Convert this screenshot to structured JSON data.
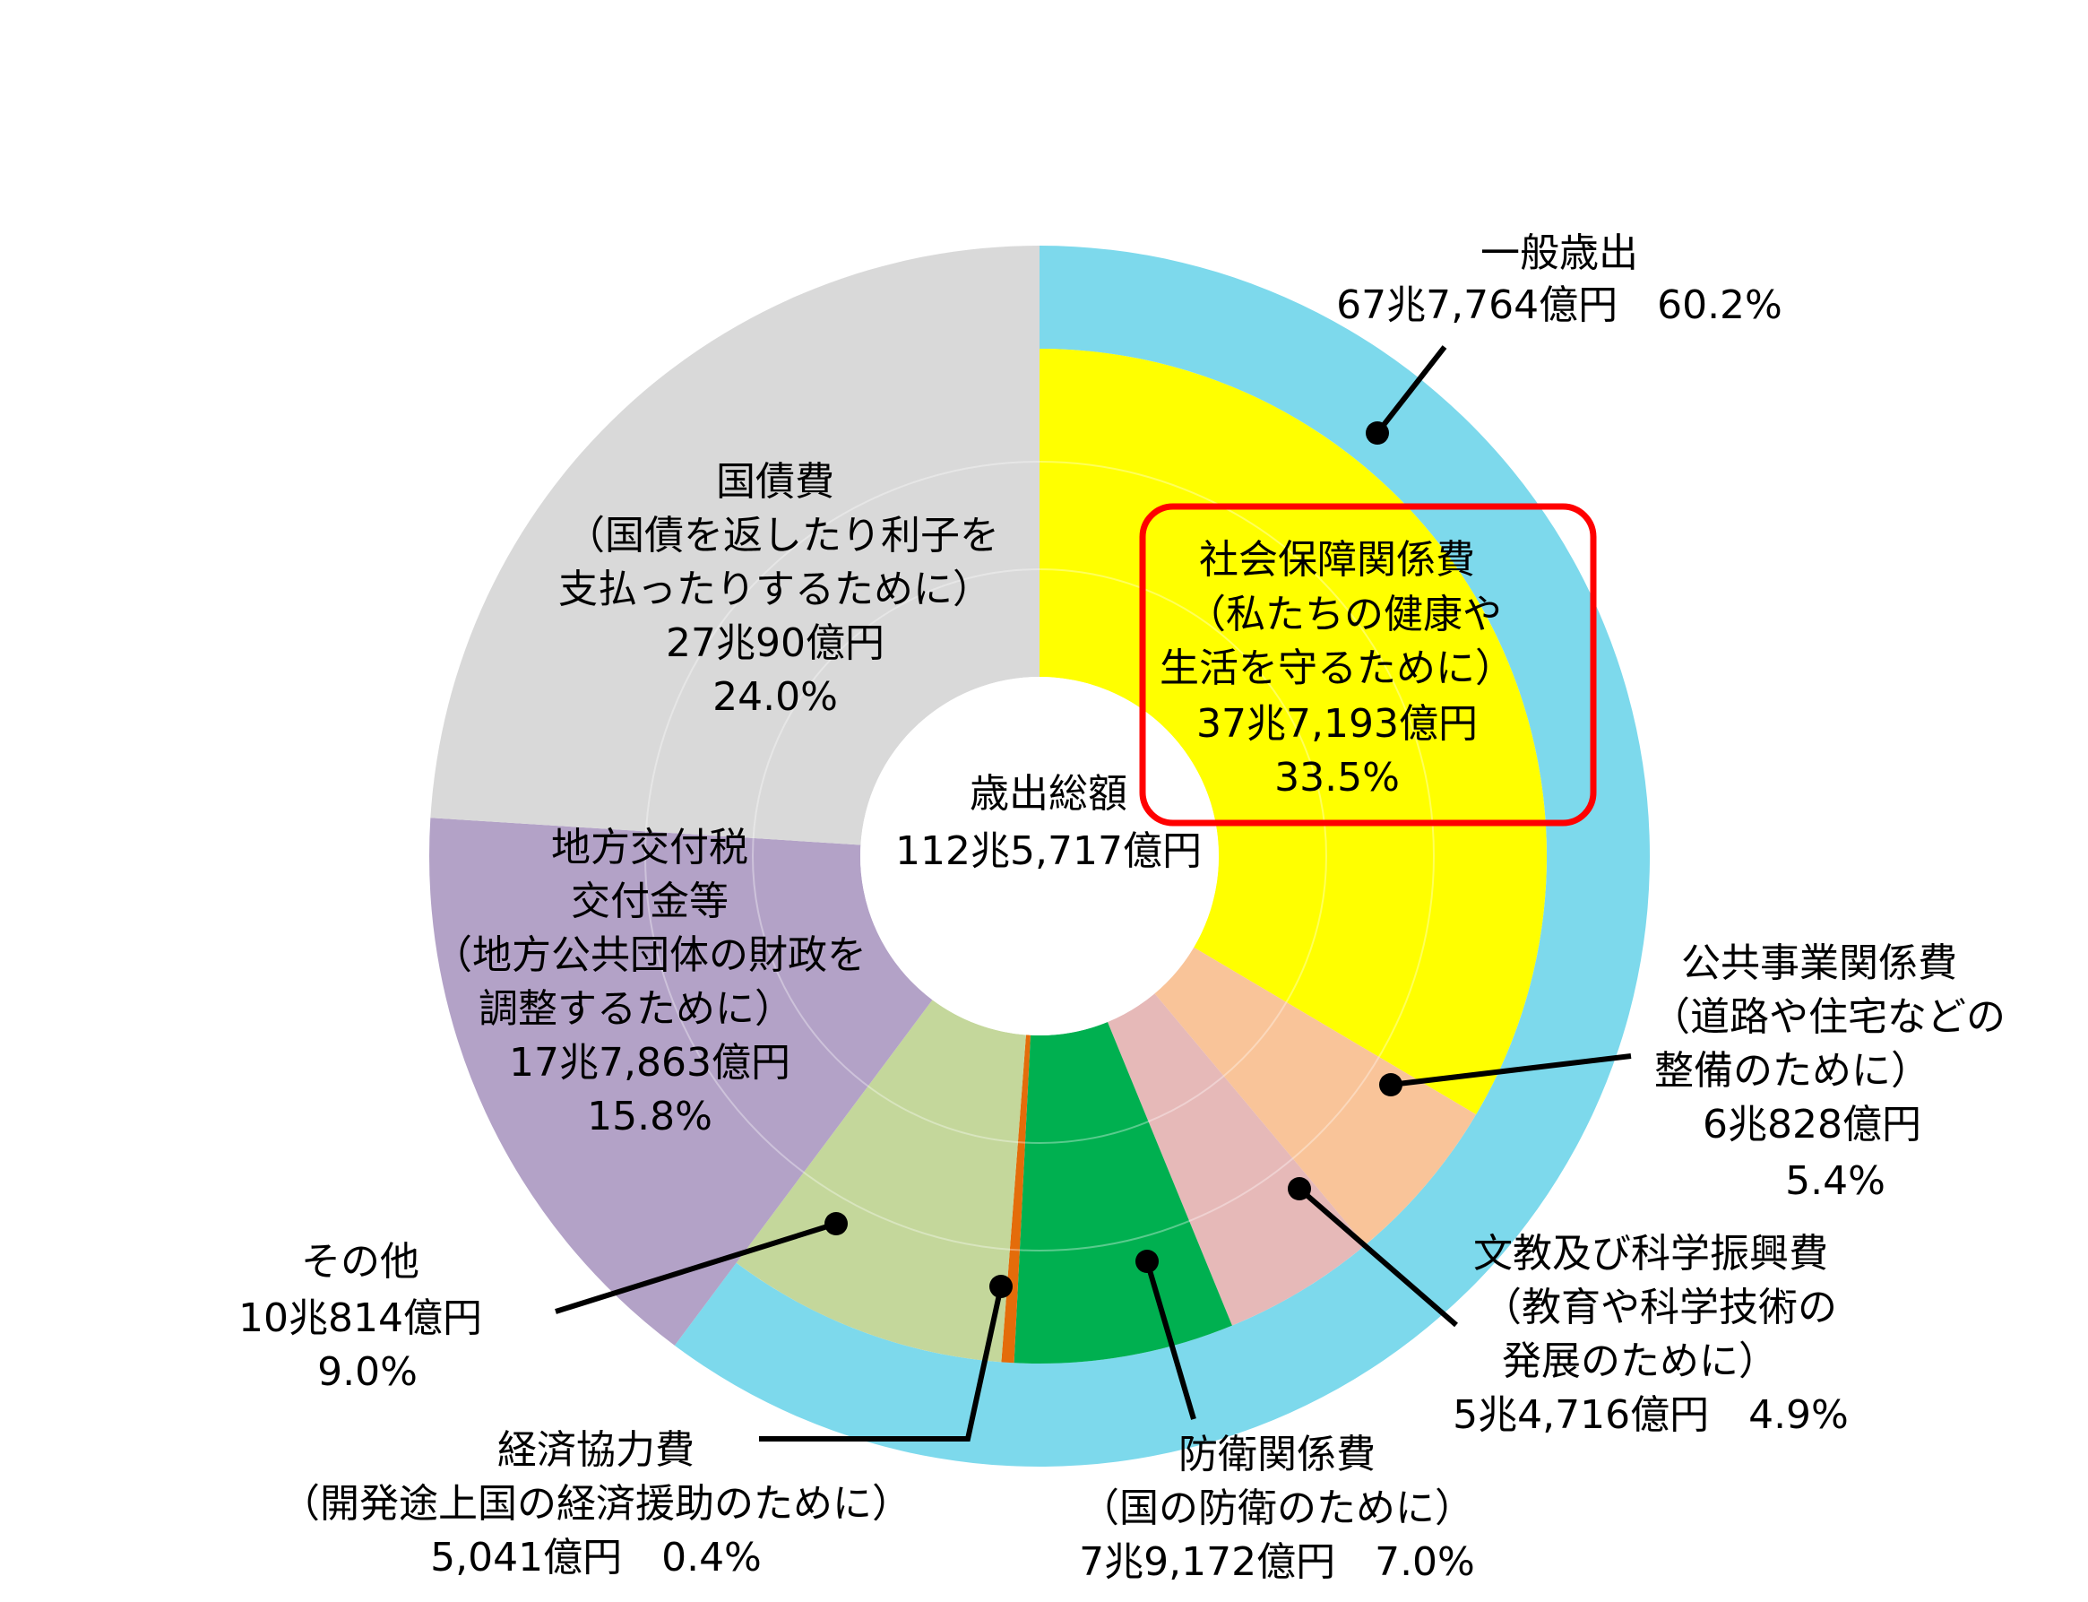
{
  "chart_data": {
    "type": "pie",
    "variant": "double-donut",
    "title": "歳出総額",
    "total_label": "112兆5,717億円",
    "unit": "%",
    "outer_series": {
      "name": "一般歳出",
      "label_lines": [
        "一般歳出",
        "67兆7,764億円　60.2%"
      ],
      "value": 60.2,
      "color": "#7DD9EC"
    },
    "slices": [
      {
        "name": "社会保障関係費",
        "value": 33.5,
        "general": true,
        "color": "#FFFF00",
        "label_lines": [
          "社会保障関係費",
          "（私たちの健康や",
          "生活を守るために）",
          "37兆7,193億円",
          "33.5%"
        ]
      },
      {
        "name": "公共事業関係費",
        "value": 5.4,
        "general": true,
        "color": "#F9C499",
        "label_lines": [
          "公共事業関係費",
          "（道路や住宅などの",
          "整備のために）",
          "6兆828億円",
          "5.4%"
        ]
      },
      {
        "name": "文教及び科学振興費",
        "value": 4.9,
        "general": true,
        "color": "#E6B9B8",
        "label_lines": [
          "文教及び科学振興費",
          "（教育や科学技術の",
          "発展のために）",
          "5兆4,716億円　4.9%"
        ]
      },
      {
        "name": "防衛関係費",
        "value": 7.0,
        "general": true,
        "color": "#00B050",
        "label_lines": [
          "防衛関係費",
          "（国の防衛のために）",
          "7兆9,172億円　7.0%"
        ]
      },
      {
        "name": "経済協力費",
        "value": 0.4,
        "general": true,
        "color": "#E46C0A",
        "label_lines": [
          "経済協力費",
          "（開発途上国の経済援助のために）",
          "5,041億円　0.4%"
        ]
      },
      {
        "name": "その他",
        "value": 9.0,
        "general": true,
        "color": "#C4D79B",
        "label_lines": [
          "その他",
          "10兆814億円",
          "9.0%"
        ]
      },
      {
        "name": "地方交付税交付金等",
        "value": 15.8,
        "general": false,
        "color": "#B3A2C7",
        "label_lines": [
          "地方交付税",
          "交付金等",
          "（地方公共団体の財政を",
          "調整するために）",
          "17兆7,863億円",
          "15.8%"
        ]
      },
      {
        "name": "国債費",
        "value": 24.0,
        "general": false,
        "color": "#D9D9D9",
        "label_lines": [
          "国債費",
          "（国債を返したり利子を",
          "支払ったりするために）",
          "27兆90億円",
          "24.0%"
        ]
      }
    ],
    "highlight": "社会保障関係費",
    "highlight_color": "#FF0000"
  }
}
